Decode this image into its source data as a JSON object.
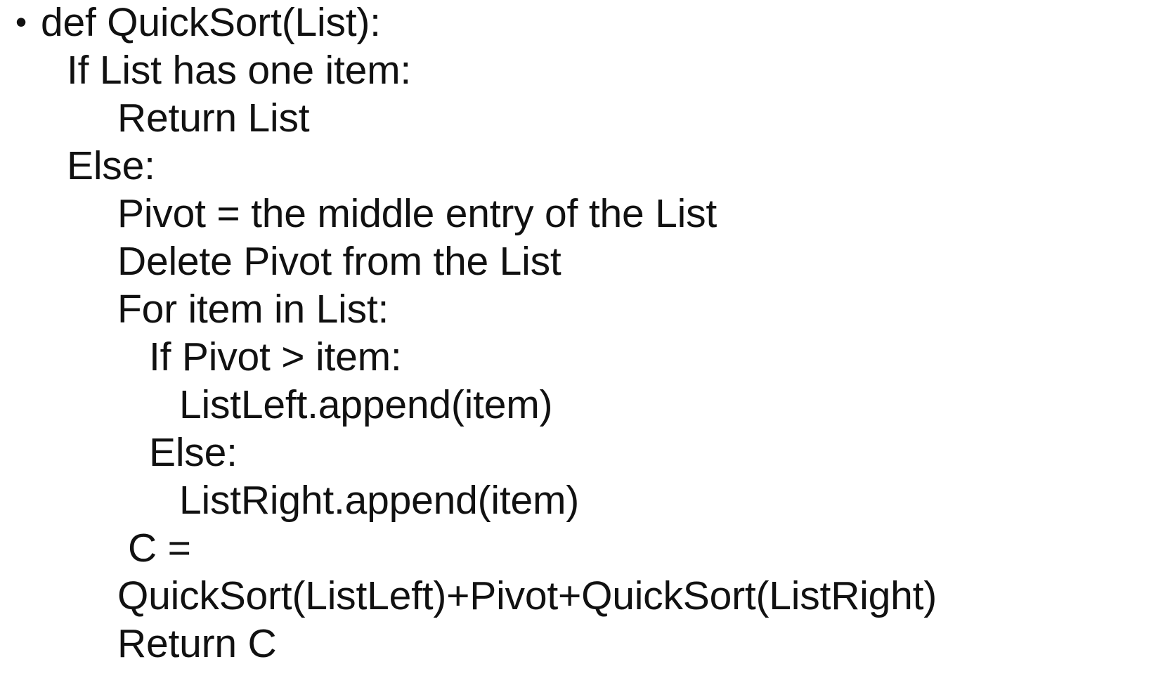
{
  "code": {
    "bullet": "•",
    "lines": [
      "def QuickSort(List):",
      "If List has one item:",
      "Return List",
      "Else:",
      "Pivot = the middle entry of the List",
      "Delete Pivot from the List",
      "For item in List:",
      "If Pivot > item:",
      "ListLeft.append(item)",
      "Else:",
      "ListRight.append(item)",
      "C =",
      "QuickSort(ListLeft)+Pivot+QuickSort(ListRight)",
      "Return C"
    ]
  }
}
